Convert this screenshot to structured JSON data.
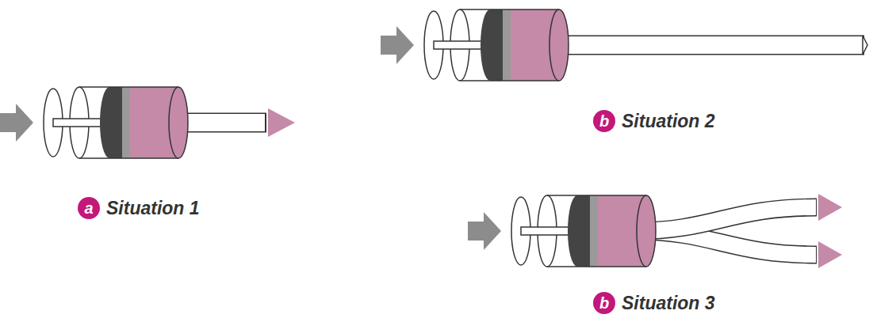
{
  "diagram": {
    "labels": [
      "a",
      "Situation 1",
      "b",
      "Situation 2",
      "b",
      "Situation 3"
    ]
  }
}
